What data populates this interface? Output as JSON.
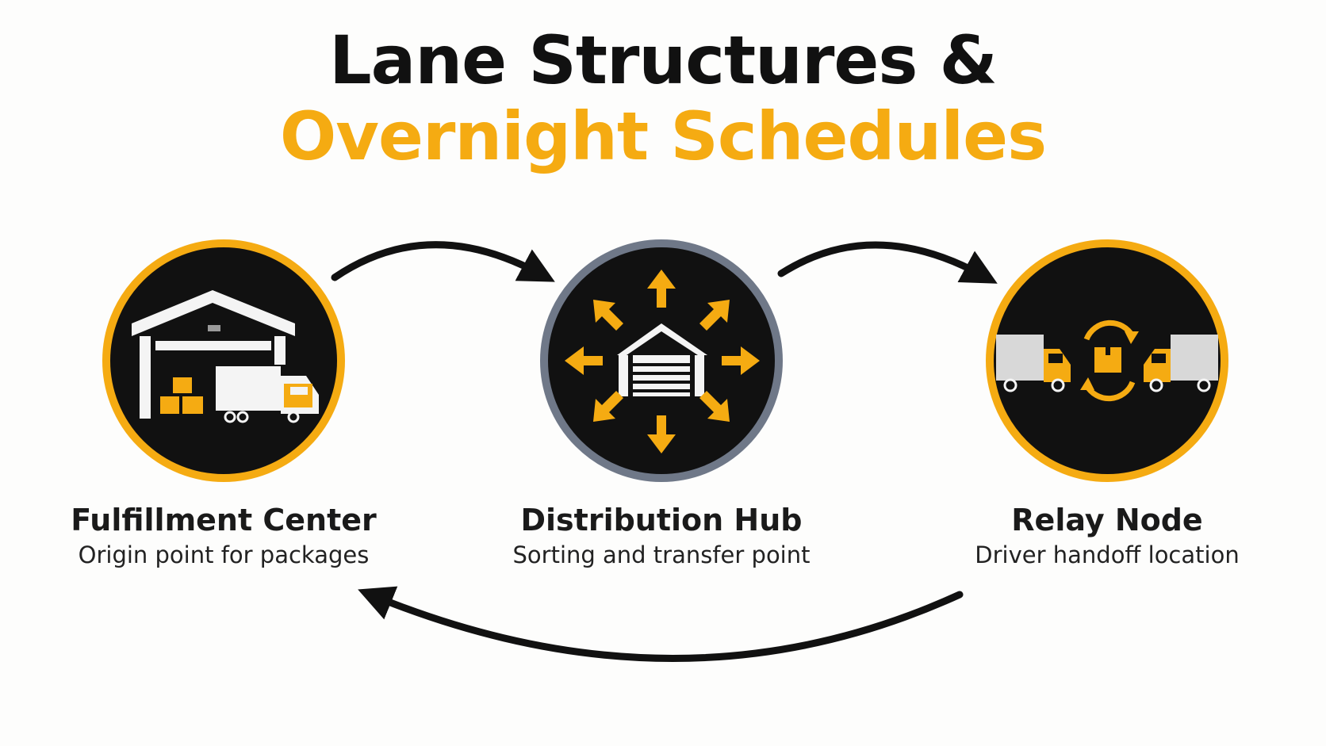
{
  "title": {
    "line1": "Lane Structures &",
    "line2": "Overnight Schedules"
  },
  "colors": {
    "accent": "#f5ab12",
    "ink": "#111111",
    "hub_ring": "#6f7888",
    "icon_white": "#f4f4f4",
    "circle_fill": "#111111"
  },
  "nodes": [
    {
      "name": "Fulfillment Center",
      "description": "Origin point for packages",
      "icon": "warehouse-truck-icon"
    },
    {
      "name": "Distribution Hub",
      "description": "Sorting and transfer point",
      "icon": "hub-arrows-icon"
    },
    {
      "name": "Relay Node",
      "description": "Driver handoff location",
      "icon": "truck-handoff-icon"
    }
  ],
  "flows": [
    {
      "from": "Fulfillment Center",
      "to": "Distribution Hub"
    },
    {
      "from": "Distribution Hub",
      "to": "Relay Node"
    },
    {
      "from": "Relay Node",
      "to": "Fulfillment Center"
    }
  ]
}
